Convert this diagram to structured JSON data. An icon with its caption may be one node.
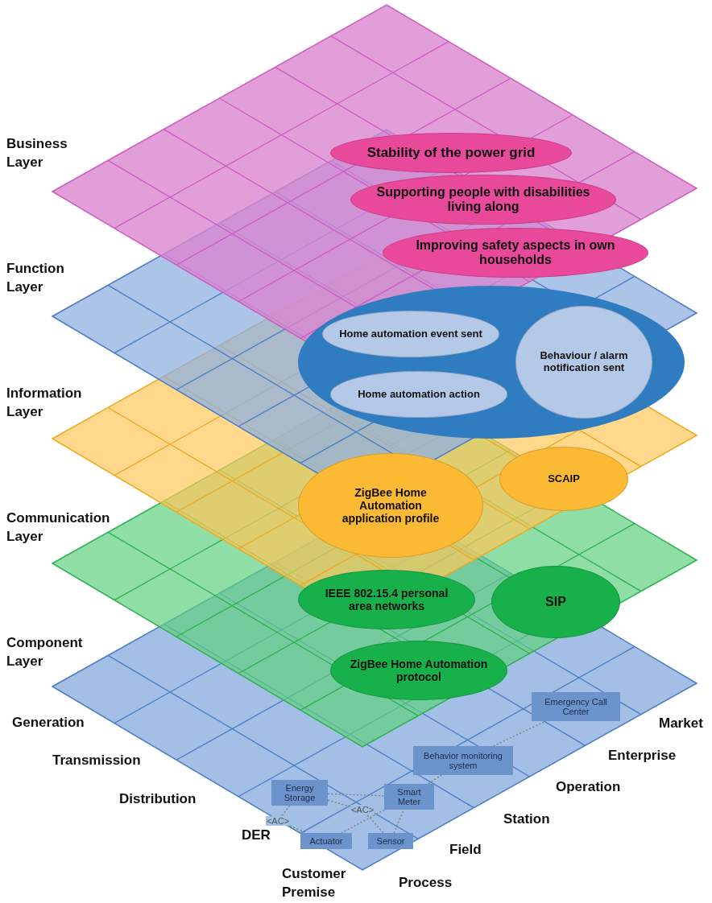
{
  "diagram": {
    "nodes": [
      {
        "text": [
          "Stability of the power grid"
        ]
      },
      {
        "text": [
          "Supporting people with disabilities living along"
        ]
      },
      {
        "text": [
          "Improving safety aspects in own households"
        ]
      },
      {
        "text": [],
        "shape": "ellipse"
      },
      {
        "text": [
          "Behaviour / alarm notification sent"
        ],
        "in": 3
      },
      {
        "text": [
          "Home automation event sent"
        ],
        "in": 3
      },
      {
        "text": [
          "Home automation action"
        ],
        "in": 3
      },
      {
        "text": [
          "SCAIP"
        ]
      },
      {
        "text": [
          "ZigBee Home Automation application profile"
        ]
      },
      {
        "text": [
          "SIP"
        ]
      },
      {
        "text": [
          "IEEE 802.15.4 personal area networks"
        ]
      },
      {
        "text": [
          "ZigBee Home Automation protocol"
        ]
      },
      {
        "text": [
          "Emergency Call Center"
        ]
      },
      {
        "text": [
          "Behavior monitoring system"
        ]
      },
      {
        "text": [
          "Energy Storage"
        ]
      },
      {
        "text": [
          "Smart Meter"
        ]
      },
      {
        "text": [
          "Actuator"
        ]
      },
      {
        "text": [
          "Sensor"
        ]
      }
    ],
    "edges": [
      {
        "from": 14,
        "to": 15,
        "arrow": "none",
        "style": "dashed"
      },
      {
        "from": 14,
        "to": 16,
        "arrow": "none",
        "style": "dashed",
        "label": "<AC>"
      },
      {
        "from": 14,
        "to": 17,
        "arrow": "none",
        "style": "dashed",
        "label": "<AC>"
      },
      {
        "from": 16,
        "to": 15,
        "arrow": "none",
        "style": "dashed"
      },
      {
        "from": 17,
        "to": 15,
        "arrow": "none",
        "style": "dashed"
      },
      {
        "from": 15,
        "to": 13,
        "arrow": "none",
        "style": "dashed"
      },
      {
        "from": 13,
        "to": 12,
        "arrow": "none",
        "style": "dashed"
      }
    ],
    "labels": [
      "Business Layer",
      "Function Layer",
      "Information Layer",
      "Communication Layer",
      "Component Layer",
      "Generation",
      "Market",
      "Transmission",
      "Enterprise",
      "Distribution",
      "Operation",
      "Station",
      "DER",
      "Field",
      "Customer Premise",
      "Process"
    ]
  }
}
